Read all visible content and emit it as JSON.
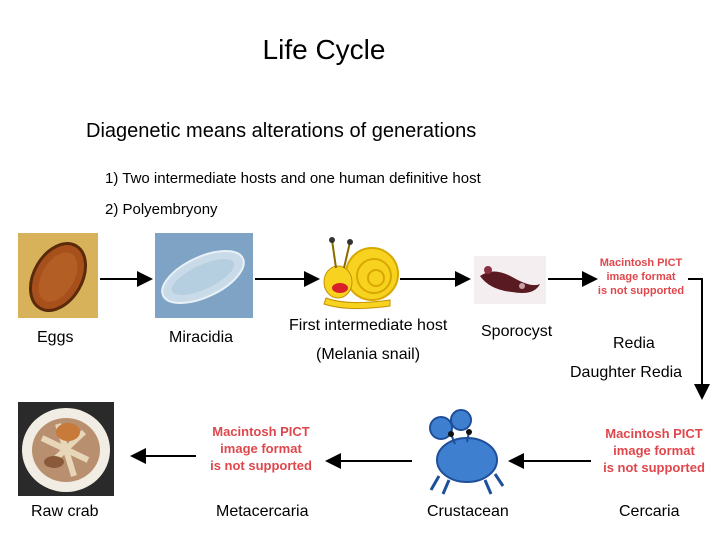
{
  "title": "Life Cycle",
  "subtitle": "Diagenetic means alterations of generations",
  "points": [
    "1)  Two intermediate hosts and one human definitive host",
    "2)  Polyembryony"
  ],
  "stages": {
    "eggs": "Eggs",
    "miracidia": "Miracidia",
    "first_host": "First intermediate host",
    "snail": "(Melania snail)",
    "sporocyst": "Sporocyst",
    "redia": "Redia",
    "daughter_redia": "Daughter Redia",
    "cercaria": "Cercaria",
    "crustacean": "Crustacean",
    "metacercaria": "Metacercaria",
    "raw_crab": "Raw crab"
  },
  "placeholder_text": "Macintosh PICT\nimage format\nis not supported",
  "colors": {
    "pict_text": "#e0474c",
    "arrow": "#000000"
  }
}
